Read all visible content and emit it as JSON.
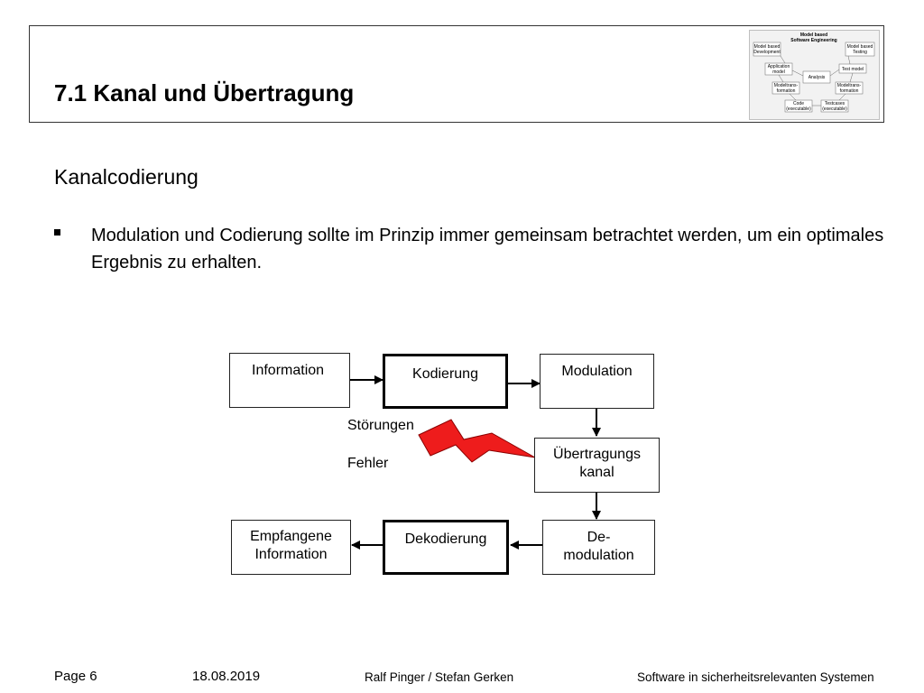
{
  "header": {
    "title": "7.1 Kanal und Übertragung"
  },
  "logo": {
    "title_line1": "Model based",
    "title_line2": "Software Engineering",
    "mbd_line1": "Model based",
    "mbd_line2": "Development",
    "mbt_line1": "Model based",
    "mbt_line2": "Testing",
    "app_model_line1": "Application",
    "app_model_line2": "model",
    "test_model": "Test model",
    "analysis": "Analysis",
    "model_trans_left_line1": "Modeltrans-",
    "model_trans_left_line2": "formation",
    "model_trans_right_line1": "Modeltrans-",
    "model_trans_right_line2": "formation",
    "code_line1": "Code",
    "code_line2": "(executable)",
    "testcases_line1": "Testcases",
    "testcases_line2": "(executable)"
  },
  "content": {
    "subtitle": "Kanalcodierung",
    "bullet": "Modulation und Codierung sollte im Prinzip immer gemeinsam betrachtet werden, um ein optimales Ergebnis zu erhalten."
  },
  "diagram": {
    "information": "Information",
    "kodierung": "Kodierung",
    "modulation": "Modulation",
    "stoerungen": "Störungen",
    "fehler": "Fehler",
    "kanal_line1": "Übertragungs",
    "kanal_line2": "kanal",
    "empfangene_line1": "Empfangene",
    "empfangene_line2": "Information",
    "dekodierung": "Dekodierung",
    "demod_line1": "De-",
    "demod_line2": "modulation",
    "lightning_color": "#ee1c1c"
  },
  "footer": {
    "page": "Page 6",
    "date": "18.08.2019",
    "authors": "Ralf Pinger / Stefan Gerken",
    "course": "Software in sicherheitsrelevanten Systemen"
  }
}
